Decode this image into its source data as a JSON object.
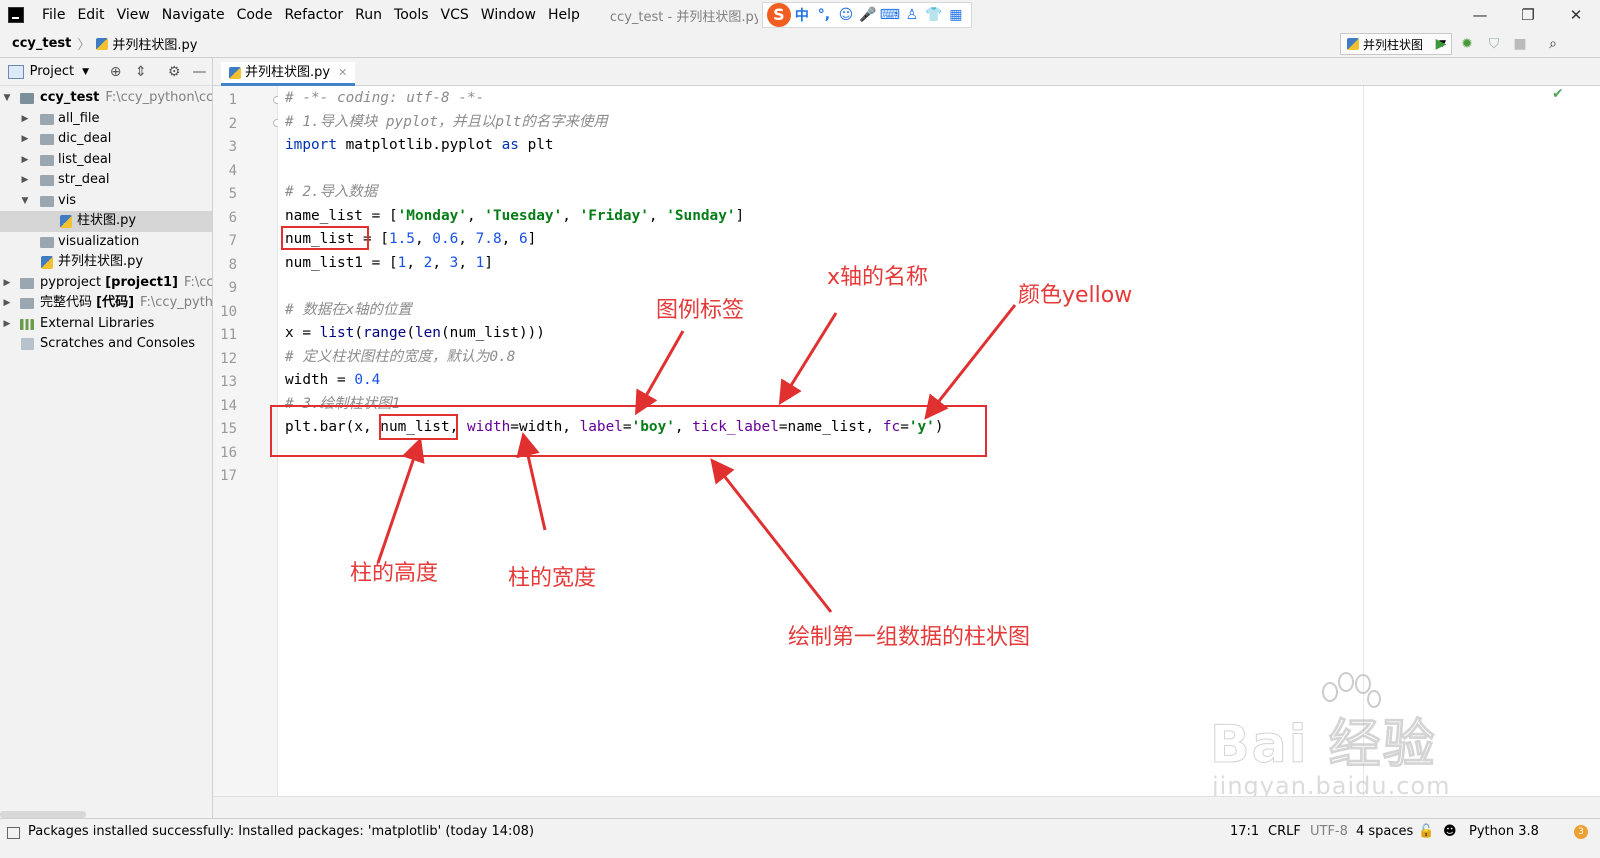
{
  "menu": {
    "items": [
      "File",
      "Edit",
      "View",
      "Navigate",
      "Code",
      "Refactor",
      "Run",
      "Tools",
      "VCS",
      "Window",
      "Help"
    ],
    "window_title": "ccy_test - 并列柱状图.py [c"
  },
  "ime": {
    "logo": "S",
    "lang": "中",
    "punct": "°,"
  },
  "window_controls": {
    "minimize": "—",
    "restore": "❐",
    "close": "✕"
  },
  "navbar": {
    "project": "ccy_test",
    "separator": "〉",
    "file": "并列柱状图.py",
    "run_config": "并列柱状图",
    "icons": [
      "run-icon",
      "debug-icon",
      "coverage-icon",
      "stop-icon",
      "search-icon"
    ]
  },
  "project_panel": {
    "title": "Project",
    "tree": [
      {
        "label": "ccy_test",
        "path": "F:\\ccy_python\\ccy_t",
        "bold": true,
        "expanded": true
      },
      {
        "label": "all_file"
      },
      {
        "label": "dic_deal"
      },
      {
        "label": "list_deal"
      },
      {
        "label": "str_deal"
      },
      {
        "label": "vis",
        "expanded": true
      },
      {
        "label": "柱状图.py",
        "selected": true
      },
      {
        "label": "visualization"
      },
      {
        "label": "并列柱状图.py"
      },
      {
        "label": "pyproject",
        "bold_suffix": "[project1]",
        "path": "F:\\ccy_p"
      },
      {
        "label": "完整代码",
        "bold_suffix": "[代码]",
        "path": "F:\\ccy_pythor"
      },
      {
        "label": "External Libraries"
      },
      {
        "label": "Scratches and Consoles"
      }
    ]
  },
  "editor": {
    "tab": "并列柱状图.py",
    "line_numbers": [
      "1",
      "2",
      "3",
      "4",
      "5",
      "6",
      "7",
      "8",
      "9",
      "10",
      "11",
      "12",
      "13",
      "14",
      "15",
      "16",
      "17"
    ],
    "lines": {
      "l1": "# -*- coding: utf-8 -*-",
      "l2": "# 1.导入模块 pyplot，并且以plt的名字来使用",
      "l3_kw1": "import",
      "l3_mod": " matplotlib.pyplot ",
      "l3_kw2": "as",
      "l3_alias": " plt",
      "l5": "# 2.导入数据",
      "l6_a": "name_list = [",
      "l6_s1": "'Monday'",
      "l6_s2": "'Tuesday'",
      "l6_s3": "'Friday'",
      "l6_s4": "'Sunday'",
      "l6_end": "]",
      "l7_a": "num_list = [",
      "l7_n1": "1.5",
      "l7_n2": "0.6",
      "l7_n3": "7.8",
      "l7_n4": "6",
      "l8_a": "num_list1 = [",
      "l8_n1": "1",
      "l8_n2": "2",
      "l8_n3": "3",
      "l8_n4": "1",
      "l10": "# 数据在x轴的位置",
      "l11_a": "x = ",
      "l11_b1": "list",
      "l11_p1": "(",
      "l11_b2": "range",
      "l11_p2": "(",
      "l11_b3": "len",
      "l11_end": "(num_list)))",
      "l12": "# 定义柱状图柱的宽度，默认为0.8",
      "l13_a": "width = ",
      "l13_n": "0.4",
      "l14": "# 3.绘制柱状图1",
      "l15_a": "plt.bar(x, num_list, ",
      "l15_p1": "width",
      "l15_b": "=width, ",
      "l15_p2": "label",
      "l15_c": "=",
      "l15_s1": "'boy'",
      "l15_d": ", ",
      "l15_p3": "tick_label",
      "l15_e": "=name_list, ",
      "l15_p4": "fc",
      "l15_f": "=",
      "l15_s2": "'y'",
      "l15_g": ")"
    }
  },
  "annotations": {
    "bar_height": "柱的高度",
    "bar_width": "柱的宽度",
    "legend_label": "图例标签",
    "x_axis_name": "x轴的名称",
    "color_yellow": "颜色yellow",
    "draw_first_group": "绘制第一组数据的柱状图"
  },
  "watermark": {
    "brand": "Bai 经验",
    "url": "jingyan.baidu.com"
  },
  "status": {
    "message": "Packages installed successfully: Installed packages: 'matplotlib' (today 14:08)",
    "position": "17:1",
    "line_sep": "CRLF",
    "encoding": "UTF-8",
    "indent": "4 spaces",
    "interpreter": "Python 3.8",
    "notifications": "3"
  },
  "colors": {
    "annotation": "#e03030",
    "accent": "#4083c9"
  }
}
